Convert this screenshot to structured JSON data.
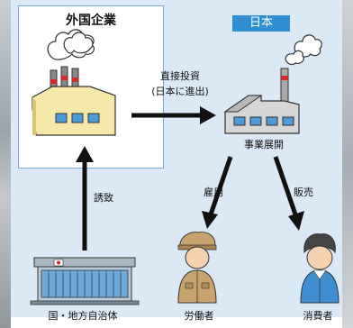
{
  "foreign_company": "外国企業",
  "japan": "日本",
  "fdi": {
    "line1": "直接投資",
    "line2": "(日本に進出)"
  },
  "business": "事業展開",
  "invite": "誘致",
  "employment": "雇用",
  "sales": "販売",
  "government": "国・地方自治体",
  "workers": "労働者",
  "consumers": "消費者"
}
